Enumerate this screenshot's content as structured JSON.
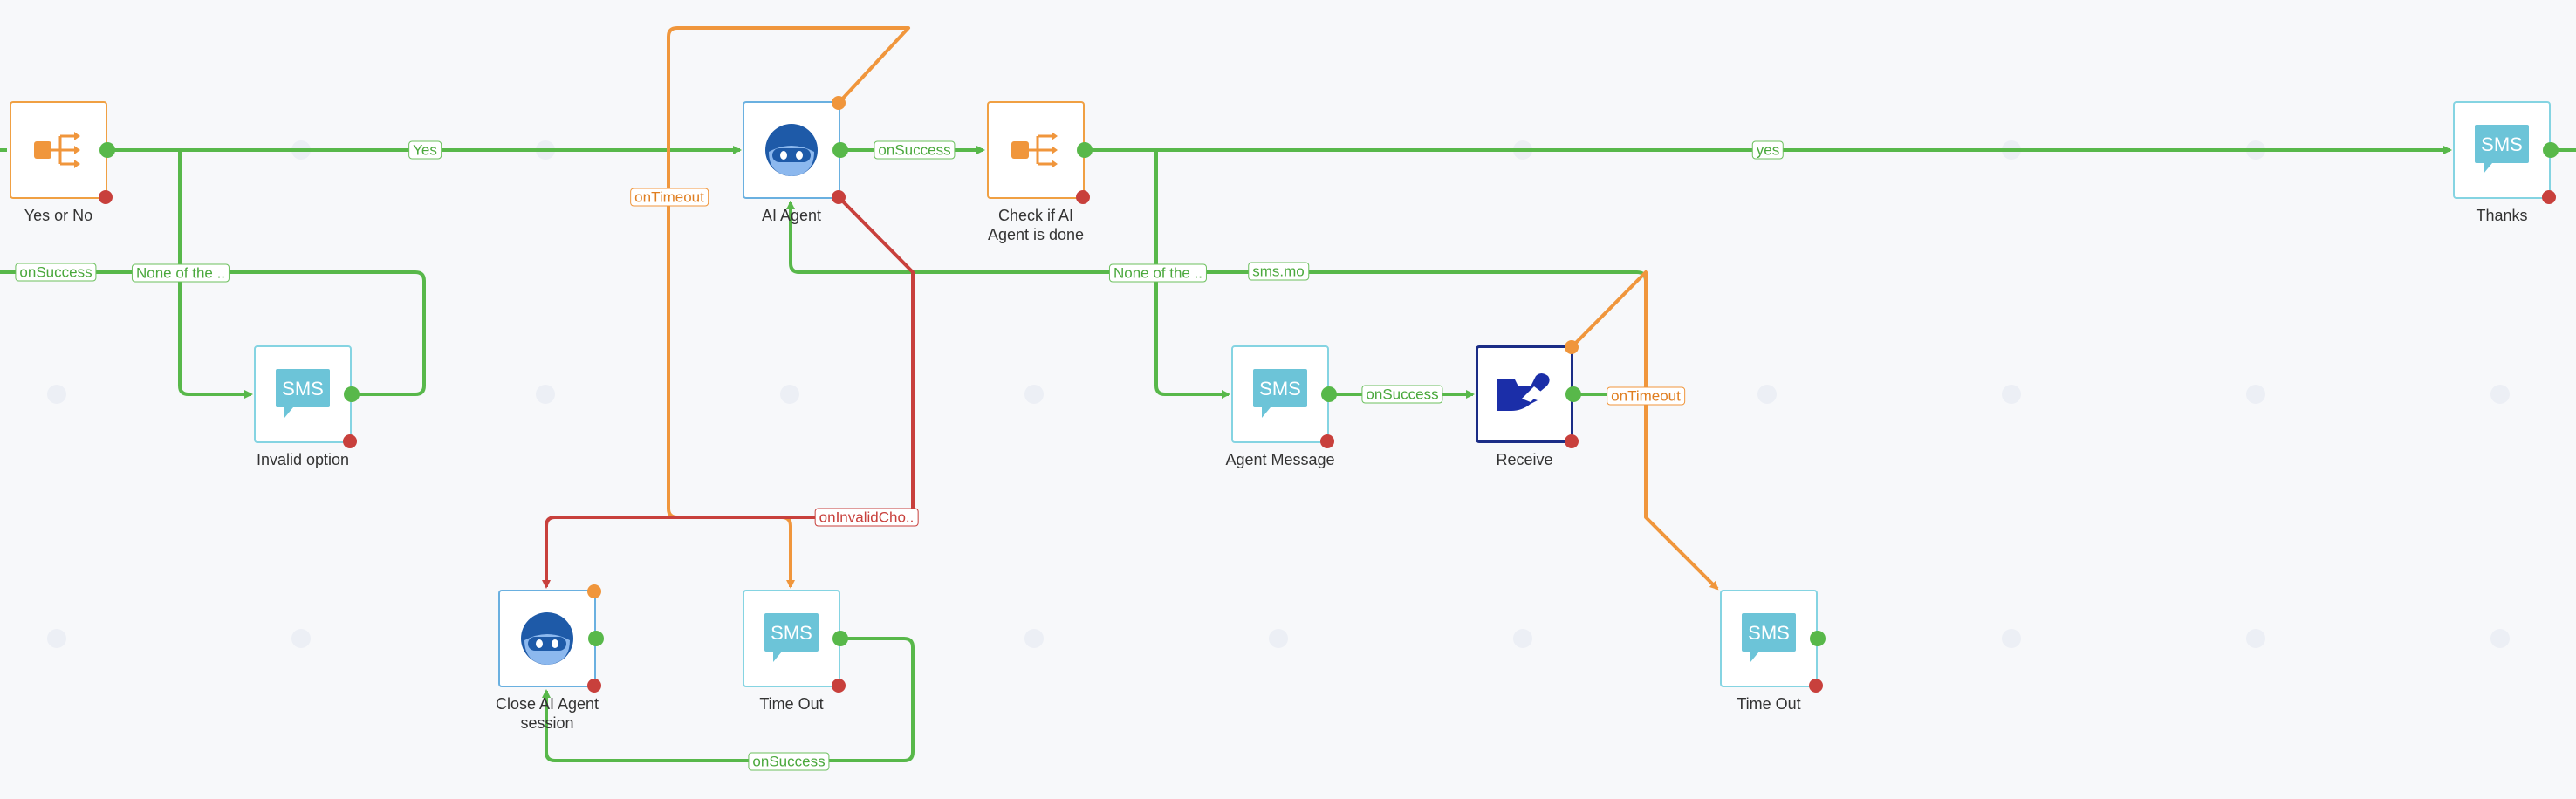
{
  "nodes": {
    "yes_or_no": {
      "label": "Yes or No",
      "icon": "branch-icon"
    },
    "invalid_option": {
      "label": "Invalid option",
      "icon": "sms-icon",
      "badge": "SMS"
    },
    "ai_agent": {
      "label": "AI Agent",
      "icon": "ai-agent-icon"
    },
    "check_ai": {
      "label": "Check if AI Agent is done",
      "label_line1": "Check if AI",
      "label_line2": "Agent is done",
      "icon": "branch-icon"
    },
    "thanks": {
      "label": "Thanks",
      "icon": "sms-icon",
      "badge": "SMS"
    },
    "agent_message": {
      "label": "Agent Message",
      "icon": "sms-icon",
      "badge": "SMS"
    },
    "receive": {
      "label": "Receive",
      "icon": "receive-icon"
    },
    "close_ai": {
      "label": "Close AI Agent session",
      "label_line1": "Close AI Agent",
      "label_line2": "session",
      "icon": "ai-agent-icon"
    },
    "time_out_1": {
      "label": "Time Out",
      "icon": "sms-icon",
      "badge": "SMS"
    },
    "time_out_2": {
      "label": "Time Out",
      "icon": "sms-icon",
      "badge": "SMS"
    }
  },
  "edges": {
    "yes": "Yes",
    "on_success_1": "onSuccess",
    "yes_lower": "yes",
    "on_success_left": "onSuccess",
    "none_of_the_1": "None of the ..",
    "on_timeout_1": "onTimeout",
    "none_of_the_2": "None of the ..",
    "sms_mo": "sms.mo",
    "on_success_2": "onSuccess",
    "on_timeout_2": "onTimeout",
    "on_invalid_choice": "onInvalidCho..",
    "on_success_3": "onSuccess"
  },
  "colors": {
    "success": "#58b84a",
    "timeout": "#f0963c",
    "error": "#c8403c",
    "sms": "#6cc4d8",
    "agent": "#1e5aa8",
    "receive": "#1b2d86"
  }
}
